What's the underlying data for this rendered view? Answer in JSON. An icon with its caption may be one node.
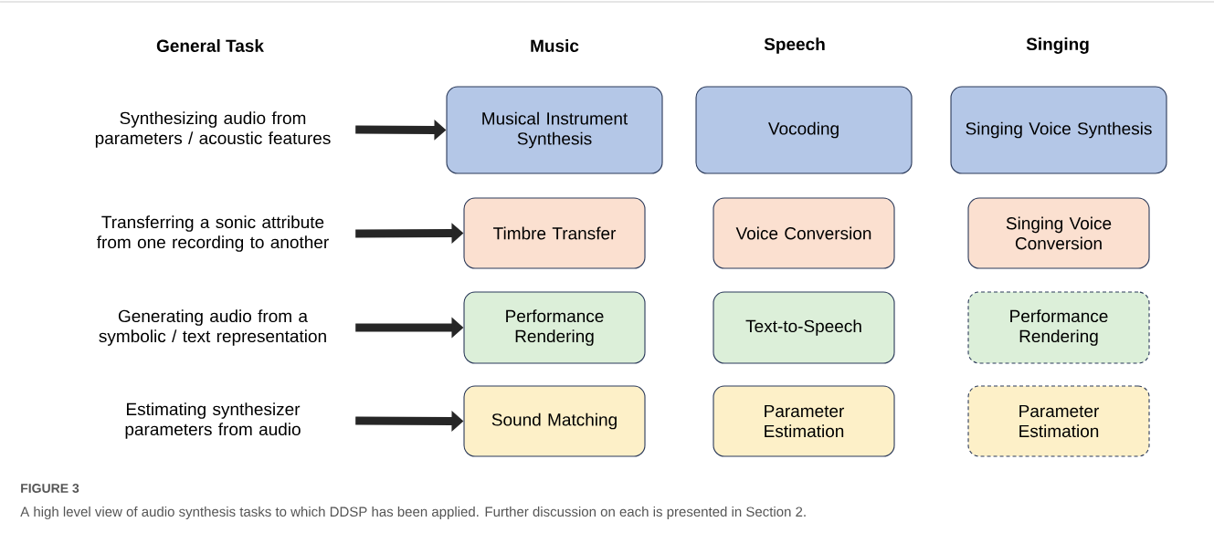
{
  "diagram": {
    "caption": "A high level view of audio synthesis tasks to which DDSP has been applied. Further discussion on each is presented in Section 2.",
    "nodes": [
      {
        "text": [
          "Synthesizing audio from parameters / acoustic features"
        ]
      },
      {
        "text": [
          "Musical Instrument Synthesis"
        ]
      },
      {
        "text": [
          "Vocoding"
        ]
      },
      {
        "text": [
          "Singing Voice Synthesis"
        ]
      },
      {
        "text": [
          "Transferring a sonic attribute from one recording to another"
        ]
      },
      {
        "text": [
          "Timbre Transfer"
        ]
      },
      {
        "text": [
          "Voice Conversion"
        ]
      },
      {
        "text": [
          "Singing Voice Conversion"
        ]
      },
      {
        "text": [
          "Generating audio from a symbolic / text representation"
        ]
      },
      {
        "text": [
          "Performance Rendering"
        ]
      },
      {
        "text": [
          "Text-to-Speech"
        ]
      },
      {
        "text": [
          "Performance Rendering"
        ]
      },
      {
        "text": [
          "Estimating synthesizer parameters from audio"
        ]
      },
      {
        "text": [
          "Sound Matching"
        ]
      },
      {
        "text": [
          "Parameter Estimation"
        ]
      },
      {
        "text": [
          "Parameter Estimation"
        ]
      }
    ],
    "edges": [
      {
        "from": 0,
        "to": 1,
        "arrow": "to"
      },
      {
        "from": 4,
        "to": 5,
        "arrow": "to"
      },
      {
        "from": 8,
        "to": 9,
        "arrow": "to"
      },
      {
        "from": 12,
        "to": 13,
        "arrow": "to"
      }
    ],
    "labels": [
      "General Task",
      "Music",
      "Speech",
      "Singing",
      "FIGURE 3"
    ]
  }
}
